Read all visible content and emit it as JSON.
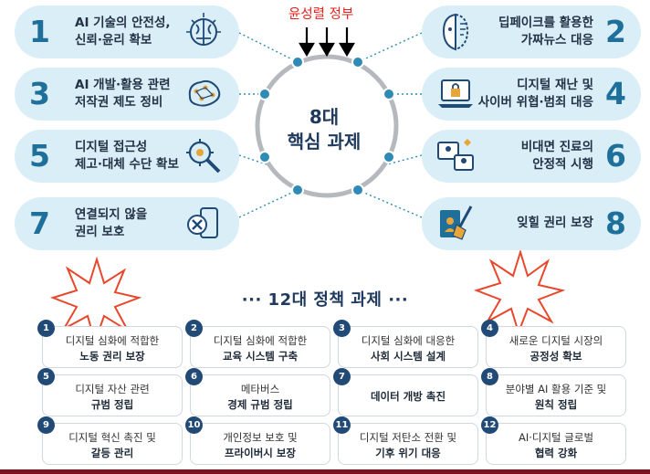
{
  "annotation": "윤성렬 정부",
  "center_title": "8대\n핵심 과제",
  "core_tasks": [
    {
      "num": "1",
      "text": "AI 기술의 안전성,\n신뢰·윤리 확보",
      "icon": "ai-brain-chip-icon"
    },
    {
      "num": "2",
      "text": "딥페이크를 활용한\n가짜뉴스 대응",
      "icon": "deepfake-face-icon"
    },
    {
      "num": "3",
      "text": "AI 개발·활용 관련\n저작권 제도 정비",
      "icon": "neural-brain-icon"
    },
    {
      "num": "4",
      "text": "디지털 재난 및\n사이버 위협·범죄 대응",
      "icon": "laptop-lock-icon"
    },
    {
      "num": "5",
      "text": "디지털 접근성\n제고·대체 수단 확보",
      "icon": "magnifier-gear-icon"
    },
    {
      "num": "6",
      "text": "비대면 진료의\n안정적 시행",
      "icon": "telemedicine-icon"
    },
    {
      "num": "7",
      "text": "연결되지 않을\n권리 보호",
      "icon": "disconnect-phone-icon"
    },
    {
      "num": "8",
      "text": "잊힐 권리 보장",
      "icon": "erase-document-icon"
    }
  ],
  "policy_title": "··· 12대 정책 과제 ···",
  "policy_tasks": [
    {
      "num": "1",
      "line1": "디지털 심화에 적합한",
      "line2": "노동 권리 보장"
    },
    {
      "num": "2",
      "line1": "디지털 심화에 적합한",
      "line2": "교육 시스템 구축"
    },
    {
      "num": "3",
      "line1": "디지털 심화에 대응한",
      "line2": "사회 시스템 설계"
    },
    {
      "num": "4",
      "line1": "새로운 디지털 시장의",
      "line2": "공정성 확보"
    },
    {
      "num": "5",
      "line1": "디지털 자산 관련",
      "line2": "규범 정립"
    },
    {
      "num": "6",
      "line1": "메타버스",
      "line2": "경제 규범 정립"
    },
    {
      "num": "7",
      "line1": "",
      "line2": "데이터 개방 촉진"
    },
    {
      "num": "8",
      "line1": "분야별 AI 활용 기준 및",
      "line2": "원칙 정립"
    },
    {
      "num": "9",
      "line1": "디지털 혁신 촉진 및",
      "line2": "갈등 관리"
    },
    {
      "num": "10",
      "line1": "개인정보 보호 및",
      "line2": "프라이버시 보장"
    },
    {
      "num": "11",
      "line1": "디지털 저탄소 전환 및",
      "line2": "기후 위기 대응"
    },
    {
      "num": "12",
      "line1": "AI·디지털 글로벌",
      "line2": "협력 강화"
    }
  ],
  "colors": {
    "accent": "#1f6f9b",
    "pill_bg": "#d9eef6",
    "badge": "#214a76",
    "annotation": "#e8201a"
  }
}
